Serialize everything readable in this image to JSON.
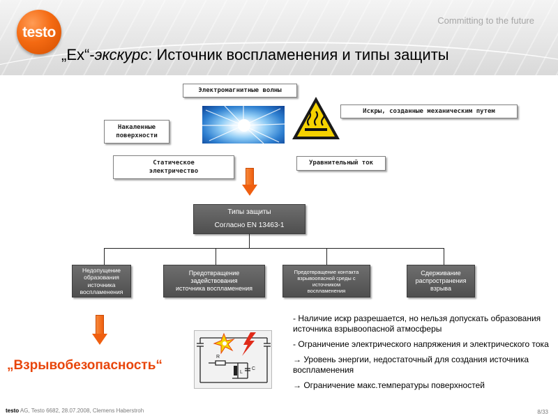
{
  "header": {
    "logo": "testo",
    "tagline": "Committing to the future",
    "title_quote": "„Ex“-",
    "title_italic": "экскурс",
    "title_rest": ": Источник воспламенения и типы защиты"
  },
  "sources": {
    "em_waves": "Электромагнитные волны",
    "sparks": "Искры, созданные механическим путем",
    "hot_surfaces_1": "Накаленные",
    "hot_surfaces_2": "поверхности",
    "static_1": "Статическое",
    "static_2": "электричество",
    "equalizing_current": "Уравнительный ток"
  },
  "protection": {
    "title": "Типы защиты",
    "standard": "Согласно EN 13463-1"
  },
  "methods": [
    {
      "lines": [
        "Недопущение",
        "образования",
        "источника",
        "воспламенения"
      ]
    },
    {
      "lines": [
        "Предотвращение",
        "задействования",
        "источника воспламенения"
      ]
    },
    {
      "lines": [
        "Предотвращение контакта",
        "взрывоопасной среды с",
        "источником",
        "воспламенения"
      ]
    },
    {
      "lines": [
        "Сдерживание",
        "распространения",
        "взрыва"
      ]
    }
  ],
  "result_label": "„Взрывобезопасность“",
  "circuit": {
    "r": "R",
    "l": "L",
    "c": "C"
  },
  "bullets": [
    "- Наличие искр разрешается, но нельзя допускать образования источника взрывоопасной атмосферы",
    "- Ограничение электрического напряжения и электрического тока",
    "→ Уровень энергии, недостаточный для создания источника воспламенения",
    "→ Ограничение макс.температуры поверхностей"
  ],
  "footer": {
    "brand": "testo",
    "info": " AG, Testo 6682, 28.07.2008, Clemens Haberstroh",
    "page": "8/33"
  },
  "colors": {
    "accent_orange": "#ef5f10",
    "result_text": "#e8450a",
    "method_box": "#5a5a5a",
    "warning_yellow": "#f5d200"
  },
  "icons": [
    "testo-logo",
    "explosion-image",
    "hot-surface-warning-icon",
    "arrow-down-icon",
    "circuit-diagram"
  ]
}
